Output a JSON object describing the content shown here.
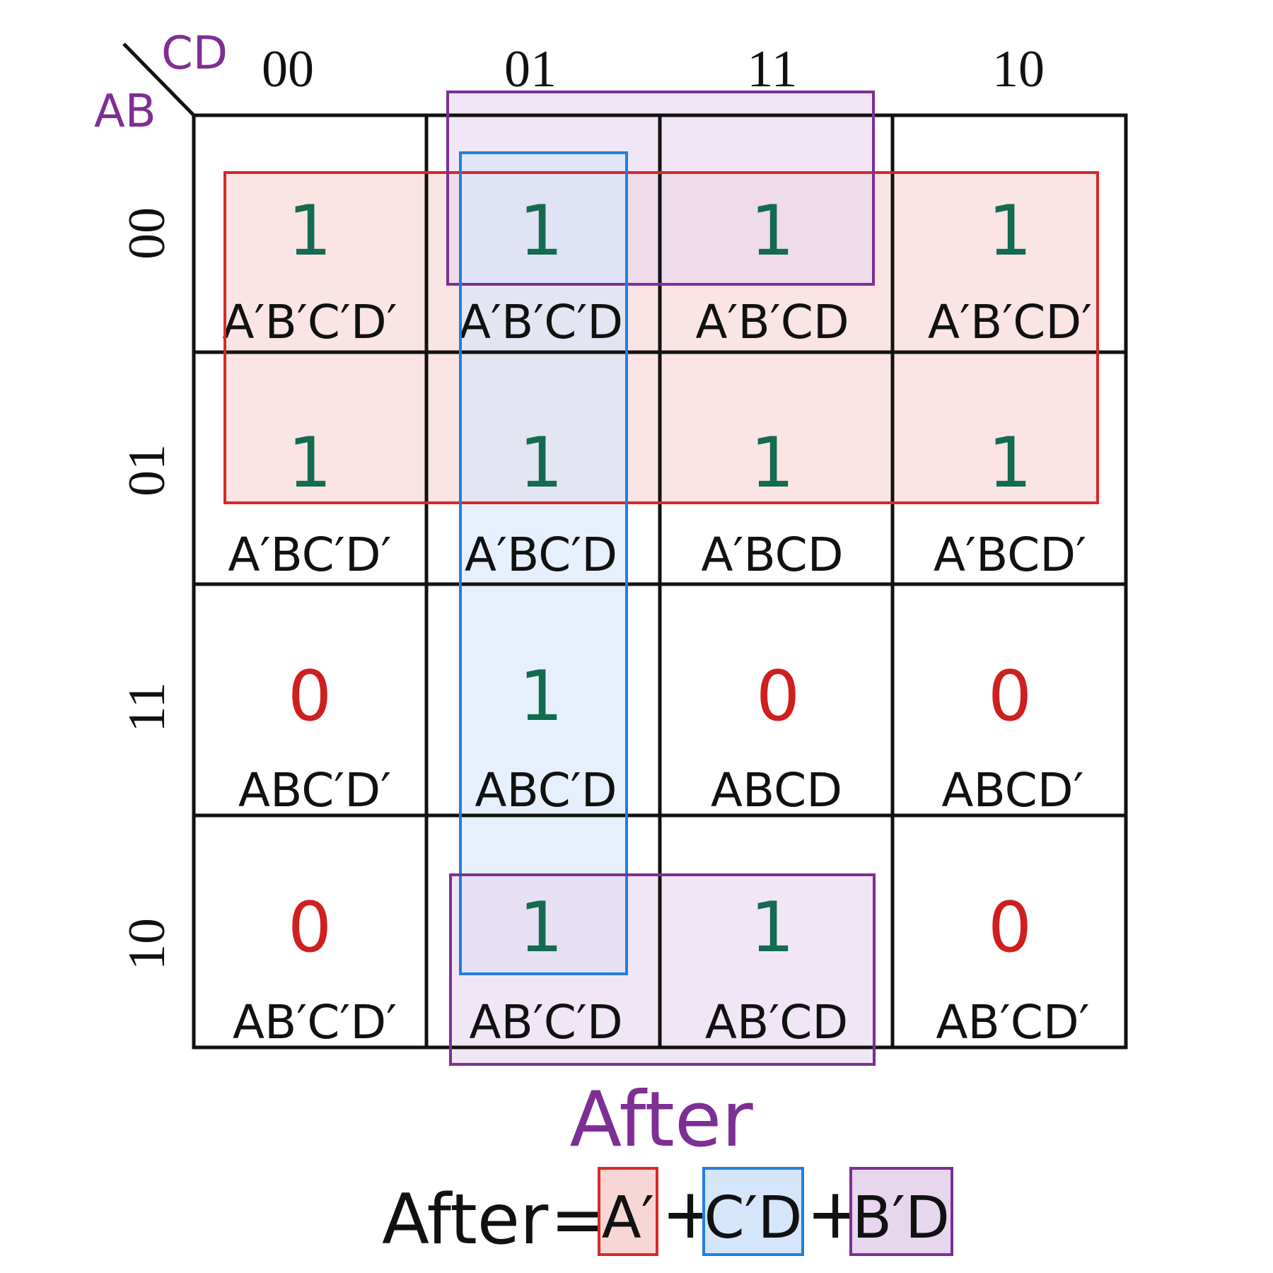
{
  "kmap": {
    "row_var": "AB",
    "col_var": "CD",
    "col_headers": [
      "00",
      "01",
      "11",
      "10"
    ],
    "row_headers": [
      "00",
      "01",
      "11",
      "10"
    ],
    "cells": [
      [
        {
          "value": "1",
          "term": "A′B′C′D′"
        },
        {
          "value": "1",
          "term": "A′B′C′D"
        },
        {
          "value": "1",
          "term": "A′B′CD"
        },
        {
          "value": "1",
          "term": "A′B′CD′"
        }
      ],
      [
        {
          "value": "1",
          "term": "A′BC′D′"
        },
        {
          "value": "1",
          "term": "A′BC′D"
        },
        {
          "value": "1",
          "term": "A′BCD"
        },
        {
          "value": "1",
          "term": "A′BCD′"
        }
      ],
      [
        {
          "value": "0",
          "term": "ABC′D′"
        },
        {
          "value": "1",
          "term": "ABC′D"
        },
        {
          "value": "0",
          "term": "ABCD"
        },
        {
          "value": "0",
          "term": "ABCD′"
        }
      ],
      [
        {
          "value": "0",
          "term": "AB′C′D′"
        },
        {
          "value": "1",
          "term": "AB′C′D"
        },
        {
          "value": "1",
          "term": "AB′CD"
        },
        {
          "value": "0",
          "term": "AB′CD′"
        }
      ]
    ],
    "groups": [
      {
        "term": "A′",
        "color": "#d42a2a",
        "fill": "#f9d6d6"
      },
      {
        "term": "C′D",
        "color": "#1f7fe0",
        "fill": "#d5e6fb"
      },
      {
        "term": "B′D",
        "color": "#7d2f93",
        "fill": "#e8d6ef"
      }
    ]
  },
  "title": "After",
  "equation": {
    "lhs": "After",
    "equals": "=",
    "plus": "+",
    "terms": [
      "A′",
      "C′D",
      "B′D"
    ]
  },
  "colors": {
    "one": "#136b52",
    "zero": "#cf1f1f",
    "label_purple": "#7d2f93",
    "grid": "#111111"
  }
}
